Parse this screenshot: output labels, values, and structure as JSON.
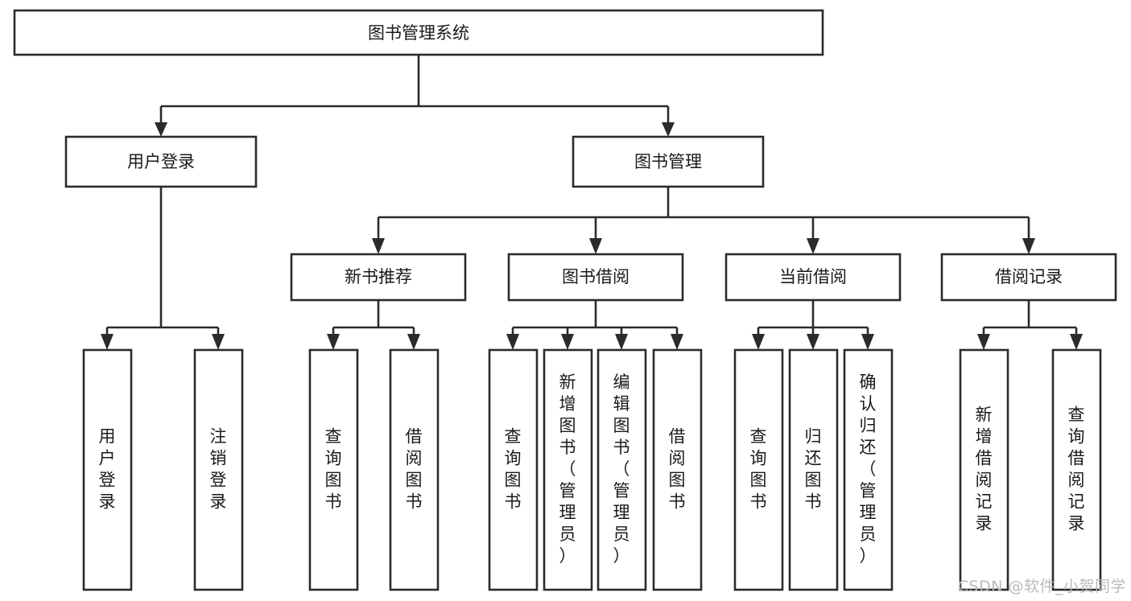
{
  "diagram": {
    "type": "tree",
    "orientation": "top-down",
    "root": {
      "id": "root",
      "label": "图书管理系统"
    },
    "level2": [
      {
        "id": "user-login",
        "label": "用户登录"
      },
      {
        "id": "book-manage",
        "label": "图书管理"
      }
    ],
    "level3": [
      {
        "id": "new-book-rec",
        "label": "新书推荐",
        "parent": "book-manage"
      },
      {
        "id": "book-borrow",
        "label": "图书借阅",
        "parent": "book-manage"
      },
      {
        "id": "current-borrow",
        "label": "当前借阅",
        "parent": "book-manage"
      },
      {
        "id": "borrow-record",
        "label": "借阅记录",
        "parent": "book-manage"
      }
    ],
    "leaves": [
      {
        "id": "leaf-user-login",
        "label": "用户登录",
        "parent": "user-login"
      },
      {
        "id": "leaf-logout",
        "label": "注销登录",
        "parent": "user-login"
      },
      {
        "id": "leaf-query-book-1",
        "label": "查询图书",
        "parent": "new-book-rec"
      },
      {
        "id": "leaf-borrow-book-1",
        "label": "借阅图书",
        "parent": "new-book-rec"
      },
      {
        "id": "leaf-query-book-2",
        "label": "查询图书",
        "parent": "book-borrow"
      },
      {
        "id": "leaf-add-book",
        "label": "新增图书（管理员）",
        "parent": "book-borrow"
      },
      {
        "id": "leaf-edit-book",
        "label": "编辑图书（管理员）",
        "parent": "book-borrow"
      },
      {
        "id": "leaf-borrow-book-2",
        "label": "借阅图书",
        "parent": "book-borrow"
      },
      {
        "id": "leaf-query-book-3",
        "label": "查询图书",
        "parent": "current-borrow"
      },
      {
        "id": "leaf-return-book",
        "label": "归还图书",
        "parent": "current-borrow"
      },
      {
        "id": "leaf-confirm-return",
        "label": "确认归还（管理员）",
        "parent": "current-borrow"
      },
      {
        "id": "leaf-add-record",
        "label": "新增借阅记录",
        "parent": "borrow-record"
      },
      {
        "id": "leaf-query-record",
        "label": "查询借阅记录",
        "parent": "borrow-record"
      }
    ],
    "colors": {
      "box_fill": "#ffffff",
      "box_stroke": "#2b2b2b",
      "connector": "#2b2b2b",
      "text": "#1a1a1a",
      "watermark": "#b9b9b9",
      "background": "#ffffff"
    }
  },
  "watermark": {
    "text": "CSDN @软件_小贺同学"
  }
}
